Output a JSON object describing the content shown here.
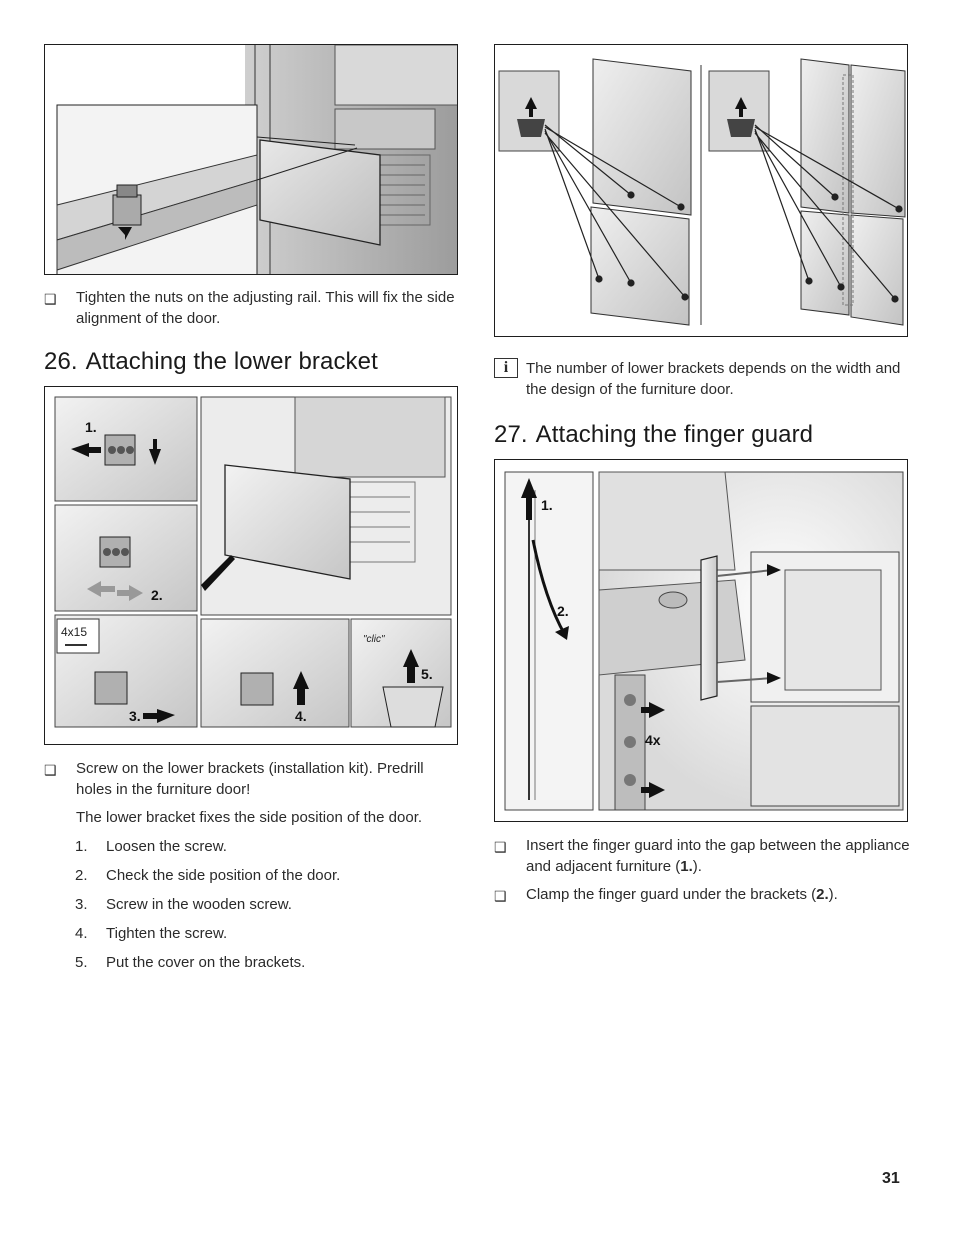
{
  "page_number": "31",
  "left_column": {
    "intro_step": {
      "bullet": "❑",
      "text": "Tighten the nuts on the adjusting rail. This will fix the side alignment of the door."
    },
    "section_26": {
      "number": "26.",
      "title": "Attaching the lower bracket",
      "figure_labels": {
        "step1": "1.",
        "step2": "2.",
        "step3": "3.",
        "step4": "4.",
        "step5": "5.",
        "screws": "4x15",
        "clic": "\"clic\""
      },
      "bullet": "❑",
      "instruction": "Screw on the lower brackets (installation kit). Predrill holes in the furniture door!",
      "note": "The lower bracket fixes the side position of the door.",
      "steps": [
        {
          "n": "1.",
          "text": "Loosen the screw."
        },
        {
          "n": "2.",
          "text": "Check the side position of the door."
        },
        {
          "n": "3.",
          "text": "Screw in the wooden screw."
        },
        {
          "n": "4.",
          "text": "Tighten the screw."
        },
        {
          "n": "5.",
          "text": "Put the cover on the brackets."
        }
      ]
    }
  },
  "right_column": {
    "info": {
      "icon": "i",
      "text": "The number of lower brackets depends on the width and the design of the furniture door."
    },
    "section_27": {
      "number": "27.",
      "title": "Attaching the finger guard",
      "figure_labels": {
        "step1": "1.",
        "step2": "2.",
        "count": "4x"
      },
      "items": [
        {
          "bullet": "❑",
          "text_before": "Insert the finger guard into the gap between the appliance and adjacent furniture (",
          "bold": "1.",
          "text_after": ")."
        },
        {
          "bullet": "❑",
          "text_before": "Clamp the finger guard under the brackets (",
          "bold": "2.",
          "text_after": ")."
        }
      ]
    }
  }
}
